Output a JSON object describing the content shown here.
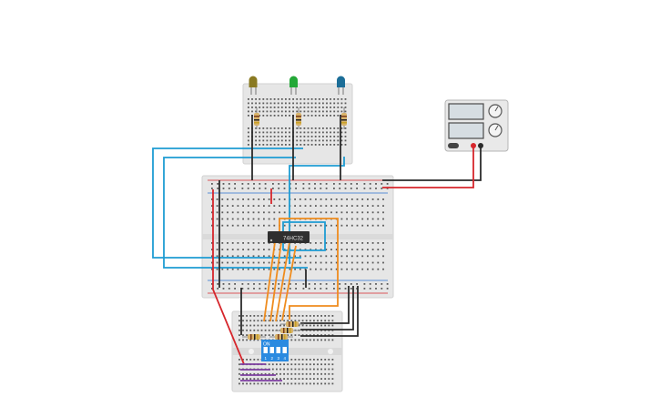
{
  "chip": {
    "label": "74HC32"
  },
  "dip_switch": {
    "on_label": "ON",
    "numbers": [
      "1",
      "2",
      "3",
      "4"
    ]
  },
  "leds": [
    {
      "color": "#8a7a22"
    },
    {
      "color": "#24a838"
    },
    {
      "color": "#1c6e98"
    }
  ],
  "colors": {
    "board": "#e6e6e6",
    "hole": "#5a5a5a",
    "wire_blue": "#1e9cd3",
    "wire_orange": "#ef8c1e",
    "wire_black": "#2b2b2b",
    "wire_red": "#d6262c",
    "wire_purple": "#7d3ea0",
    "power_supply": "#e9e9e9",
    "dip_switch": "#2a8ae0"
  }
}
